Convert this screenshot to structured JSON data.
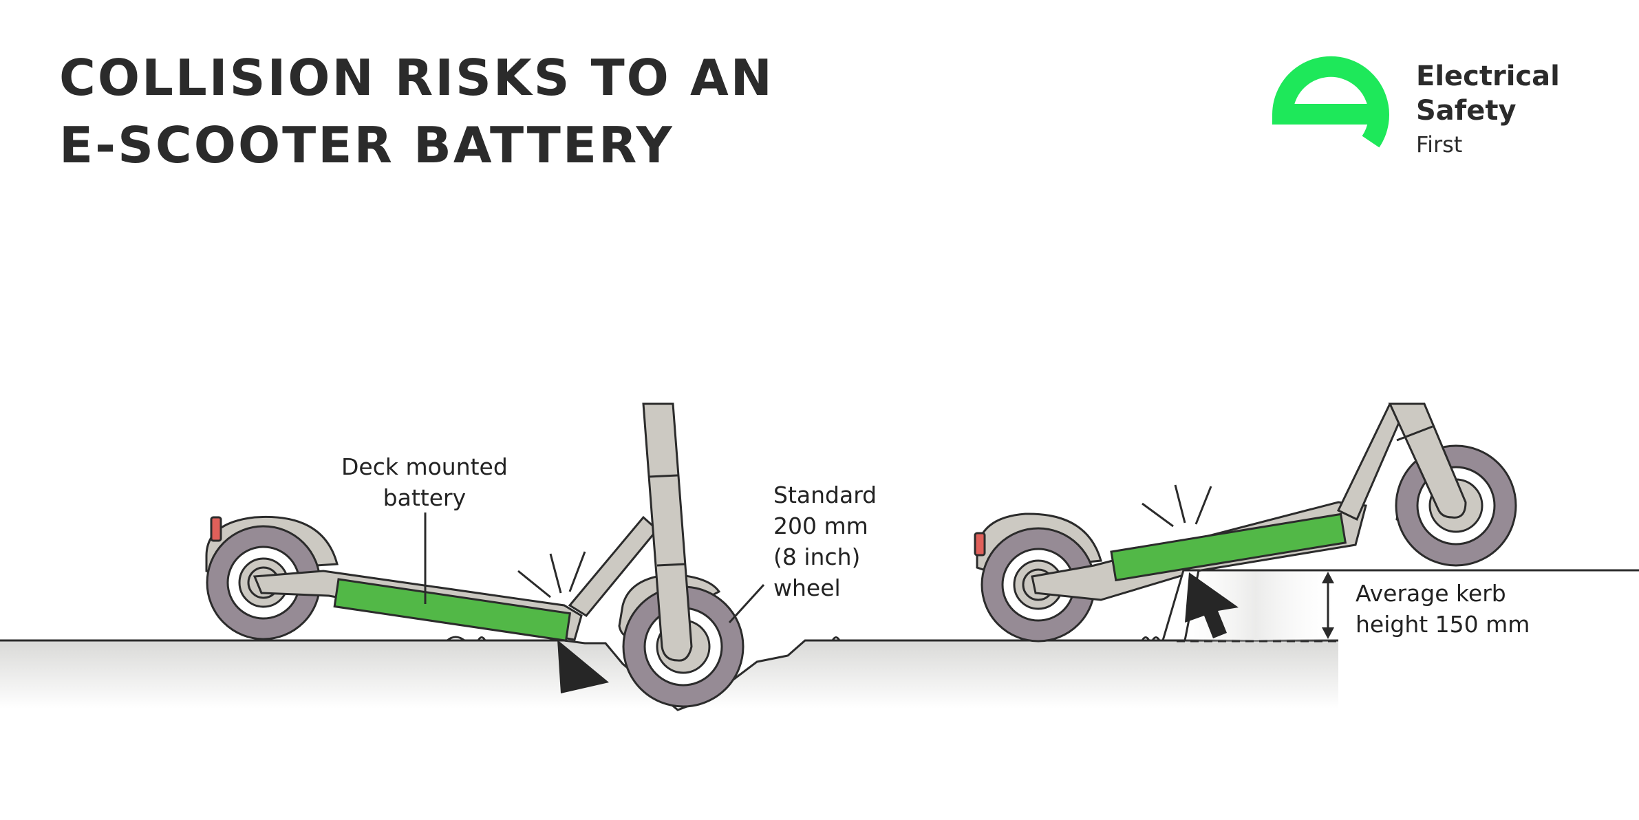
{
  "header": {
    "title_line1": "COLLISION RISKS TO AN",
    "title_line2": "E-SCOOTER BATTERY"
  },
  "brand": {
    "logo_icon": "electrical-safety-first-e-logo",
    "name_line1": "Electrical",
    "name_line2": "Safety",
    "name_line3": "First",
    "color": "#1ee85a"
  },
  "labels": {
    "battery_line1": "Deck mounted",
    "battery_line2": "battery",
    "wheel_line1": "Standard",
    "wheel_line2": "200 mm",
    "wheel_line3": "(8 inch)",
    "wheel_line4": "wheel",
    "kerb_line1": "Average kerb",
    "kerb_line2": "height 150 mm"
  },
  "colors": {
    "battery": "#52b847",
    "frame": "#ccc9c2",
    "tyre": "#968b95",
    "outline": "#2b2b2b",
    "ground": "#dededc",
    "reflector": "#e0605a"
  }
}
